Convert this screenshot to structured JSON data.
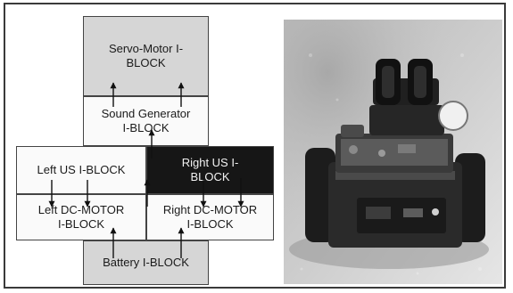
{
  "diagram": {
    "blocks": {
      "servo": {
        "label": "Servo-Motor I-\nBLOCK"
      },
      "sound": {
        "label": "Sound Generator\nI-BLOCK"
      },
      "left_us": {
        "label": "Left US I-BLOCK"
      },
      "right_us": {
        "label": "Right US I-\nBLOCK"
      },
      "left_dc": {
        "label": "Left DC-MOTOR\nI-BLOCK"
      },
      "right_dc": {
        "label": "Right DC-MOTOR\nI-BLOCK"
      },
      "battery": {
        "label": "Battery I-BLOCK"
      }
    },
    "colors": {
      "gray_block": "#d6d6d6",
      "black_block": "#161616",
      "white_block": "#fafafa"
    }
  },
  "photo": {
    "subject": "robot-photo"
  }
}
